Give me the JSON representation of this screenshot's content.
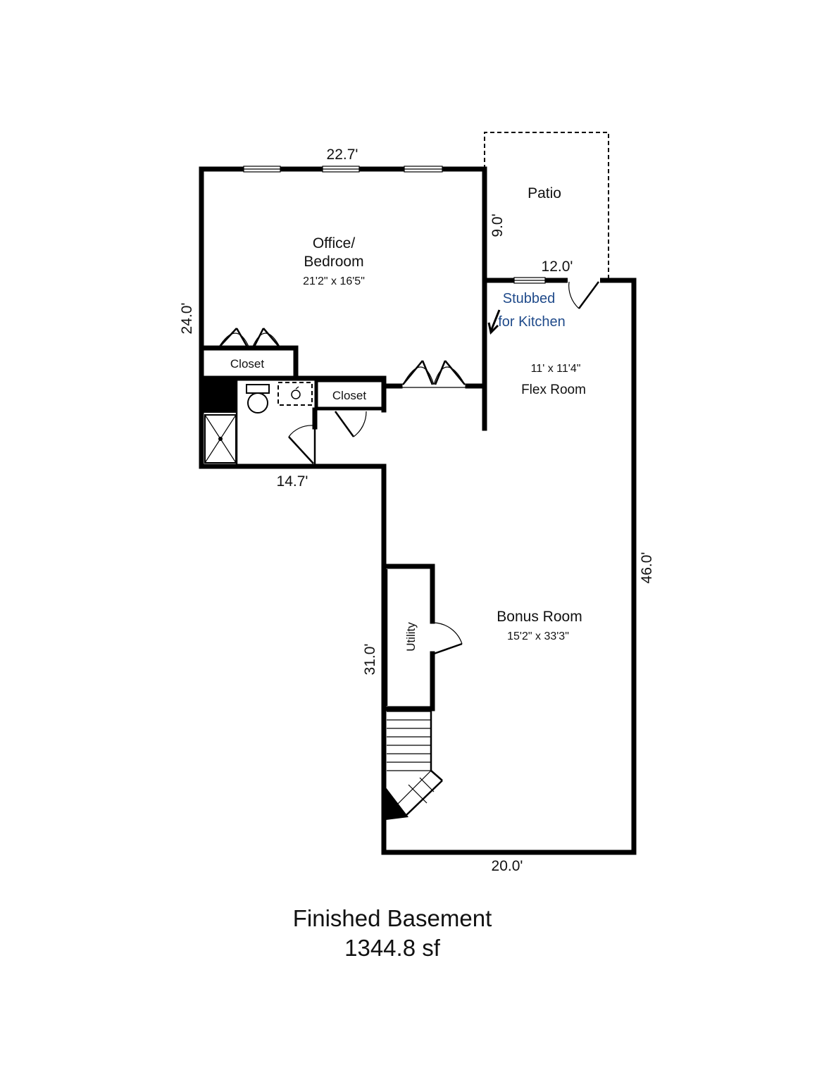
{
  "rooms": {
    "office": {
      "name_line1": "Office/",
      "name_line2": "Bedroom",
      "size": "21'2\" x 16'5\""
    },
    "patio": {
      "name": "Patio"
    },
    "flex": {
      "size": "11' x 11'4\"",
      "name": "Flex Room"
    },
    "bonus": {
      "name": "Bonus Room",
      "size": "15'2\" x 33'3\""
    },
    "closet1": {
      "name": "Closet"
    },
    "closet2": {
      "name": "Closet"
    },
    "utility": {
      "name": "Utility"
    }
  },
  "dimensions": {
    "top": "22.7'",
    "patio_side": "9.0'",
    "patio_bottom": "12.0'",
    "left": "24.0'",
    "mid_bottom": "14.7'",
    "right": "46.0'",
    "lower_left": "31.0'",
    "bottom": "20.0'"
  },
  "annotation": {
    "line1": "Stubbed",
    "line2": "for Kitchen",
    "color": "#1f4a8a"
  },
  "footer": {
    "title": "Finished Basement",
    "area": "1344.8 sf"
  }
}
